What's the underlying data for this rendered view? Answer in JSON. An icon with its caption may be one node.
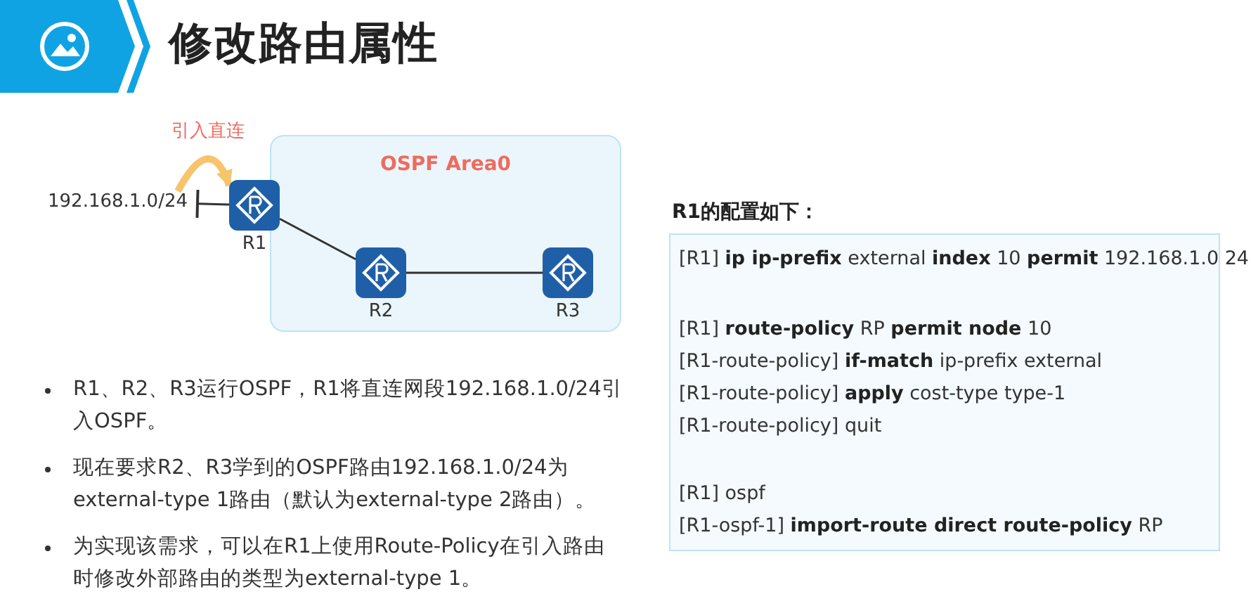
{
  "diagram": {
    "title": "修改路由属性",
    "nodes": [
      {
        "text": [
          "OSPF Area0"
        ]
      },
      {
        "text": [
          "R1"
        ]
      },
      {
        "text": [
          "R2"
        ],
        "in": 0
      },
      {
        "text": [
          "R3"
        ],
        "in": 0
      },
      {
        "text": [
          "192.168.1.0/24"
        ]
      }
    ],
    "edges": [
      {
        "from": 4,
        "to": 1,
        "arrow": "other"
      },
      {
        "from": 4,
        "to": 1,
        "arrow": "to",
        "label": "引入直连",
        "style": "thick",
        "color": "#f7c46c"
      },
      {
        "from": 1,
        "to": 2,
        "arrow": "none"
      },
      {
        "from": 2,
        "to": 3,
        "arrow": "none"
      }
    ],
    "labels": [
      "R1、R2、R3运行OSPF，R1将直连网段192.168.1.0/24引入OSPF。",
      "现在要求R2、R3学到的OSPF路由192.168.1.0/24为external-type 1路由（默认为external-type 2路由）。",
      "为实现该需求，可以在R1上使用Route-Policy在引入路由时修改外部路由的类型为external-type 1。",
      "R1的配置如下：",
      "[R1] **ip ip-prefix** external **index** 10 **permit** 192.168.1.0 24",
      "[R1] **route-policy** RP **permit node** 10",
      "[R1-route-policy] **if-match** ip-prefix external",
      "[R1-route-policy] **apply** cost-type type-1",
      "[R1-route-policy] quit",
      "[R1] ospf",
      "[R1-ospf-1] **import-route direct route-policy** RP"
    ]
  }
}
